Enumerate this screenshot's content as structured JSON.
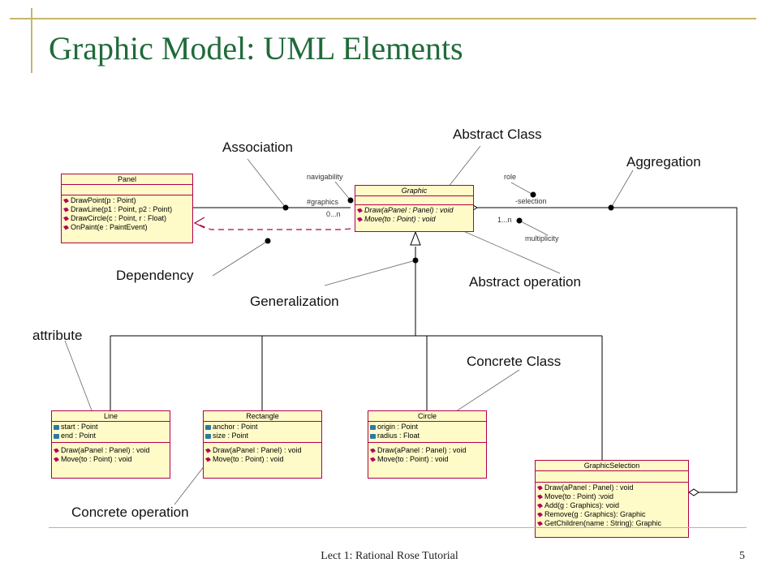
{
  "slide": {
    "title": "Graphic Model: UML Elements",
    "footer_left": "Lect 1: Rational Rose Tutorial",
    "page_number": "5"
  },
  "callouts": {
    "association": "Association",
    "abstract_class": "Abstract Class",
    "aggregation": "Aggregation",
    "dependency": "Dependency",
    "generalization": "Generalization",
    "abstract_operation": "Abstract operation",
    "attribute": "attribute",
    "concrete_class": "Concrete Class",
    "concrete_operation": "Concrete operation"
  },
  "small_labels": {
    "navigability": "navigability",
    "role": "role",
    "graphics_role": "#graphics",
    "mult_left": "0...n",
    "selection_role": "-selection",
    "mult_right": "1...n",
    "multiplicity": "multiplicity"
  },
  "classes": {
    "panel": {
      "name": "Panel",
      "operations": [
        "DrawPoint(p : Point)",
        "DrawLine(p1 : Point, p2 : Point)",
        "DrawCircle(c : Point, r : Float)",
        "OnPaint(e : PaintEvent)"
      ]
    },
    "graphic": {
      "name": "Graphic",
      "operations": [
        "Draw(aPanel : Panel) : void",
        "Move(to : Point) : void"
      ]
    },
    "line": {
      "name": "Line",
      "attributes": [
        "start : Point",
        "end : Point"
      ],
      "operations": [
        "Draw(aPanel : Panel) : void",
        "Move(to : Point) : void"
      ]
    },
    "rectangle": {
      "name": "Rectangle",
      "attributes": [
        "anchor : Point",
        "size : Point"
      ],
      "operations": [
        "Draw(aPanel : Panel) : void",
        "Move(to : Point) : void"
      ]
    },
    "circle": {
      "name": "Circle",
      "attributes": [
        "origin : Point",
        "radius : Float"
      ],
      "operations": [
        "Draw(aPanel : Panel) : void",
        "Move(to : Point) : void"
      ]
    },
    "graphic_selection": {
      "name": "GraphicSelection",
      "operations": [
        "Draw(aPanel : Panel) : void",
        "Move(to : Point) :void",
        "Add(g : Graphics): void",
        "Remove(g : Graphics): Graphic",
        "GetChildren(name : String): Graphic"
      ]
    }
  },
  "colors": {
    "title": "#1f6b3a",
    "frame": "#c9b56a",
    "class_fill": "#fffbc8",
    "class_border": "#b0004a",
    "dependency_line": "#b0004a",
    "connector": "#000000"
  }
}
